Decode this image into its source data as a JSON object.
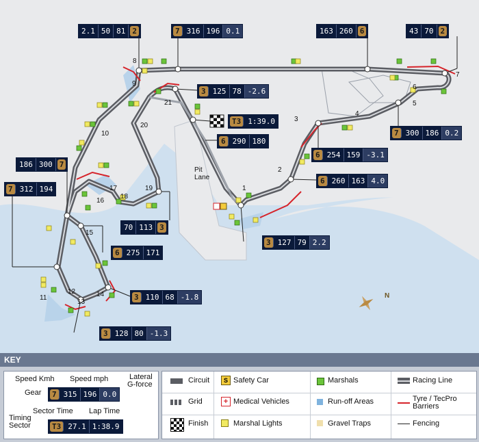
{
  "turns": [
    "1",
    "2",
    "3",
    "4",
    "5",
    "6",
    "7",
    "8",
    "9",
    "10",
    "11",
    "12",
    "13",
    "14",
    "15",
    "16",
    "17",
    "18",
    "19",
    "20",
    "21"
  ],
  "pit_lane_label": "Pit\nLane",
  "boxes": {
    "t8": [
      "2.1",
      "50",
      "81",
      "2"
    ],
    "t21": [
      "7",
      "316",
      "196",
      "0.1"
    ],
    "b163": [
      "163",
      "260",
      "6"
    ],
    "t7": [
      "43",
      "70",
      "2"
    ],
    "b125": [
      "3",
      "125",
      "78",
      "-2.6"
    ],
    "t3_timing": [
      "T3",
      "1:39.0"
    ],
    "b290": [
      "6",
      "290",
      "180"
    ],
    "b186": [
      "186",
      "300",
      "7"
    ],
    "b312": [
      "7",
      "312",
      "194"
    ],
    "b300_186": [
      "7",
      "300",
      "186",
      "0.2"
    ],
    "b254": [
      "6",
      "254",
      "159",
      "-3.1"
    ],
    "b260": [
      "6",
      "260",
      "163",
      "4.0"
    ],
    "b70": [
      "70",
      "113",
      "3"
    ],
    "b275": [
      "6",
      "275",
      "171"
    ],
    "b127": [
      "3",
      "127",
      "79",
      "2.2"
    ],
    "b110": [
      "3",
      "110",
      "68",
      "-1.8"
    ],
    "b128": [
      "3",
      "128",
      "80",
      "-1.3"
    ]
  },
  "compass_label": "N",
  "key": {
    "title": "KEY",
    "legend_labels": {
      "speed_kmh": "Speed Kmh",
      "speed_mph": "Speed mph",
      "lateral": "Lateral\nG-force",
      "gear": "Gear",
      "sector_time": "Sector Time",
      "lap_time": "Lap Time",
      "timing_sector": "Timing\nSector"
    },
    "legend_box1": [
      "7",
      "315",
      "196",
      "0.0"
    ],
    "legend_box2": [
      "T3",
      "27.1",
      "1:38.9"
    ],
    "items": [
      {
        "id": "circuit",
        "label": "Circuit"
      },
      {
        "id": "grid",
        "label": "Grid"
      },
      {
        "id": "finish",
        "label": "Finish"
      },
      {
        "id": "safety_car",
        "label": "Safety Car",
        "icon_text": "S"
      },
      {
        "id": "medical",
        "label": "Medical Vehicles",
        "icon_text": "+"
      },
      {
        "id": "marshal_lights",
        "label": "Marshal Lights"
      },
      {
        "id": "marshals",
        "label": "Marshals"
      },
      {
        "id": "runoff",
        "label": "Run-off Areas"
      },
      {
        "id": "gravel",
        "label": "Gravel Traps"
      },
      {
        "id": "racing_line",
        "label": "Racing Line"
      },
      {
        "id": "barriers",
        "label": "Tyre / TecPro\nBarriers"
      },
      {
        "id": "fencing",
        "label": "Fencing"
      }
    ]
  },
  "colors": {
    "water": "#cfe0ef",
    "track": "#5b5d63",
    "racing_line": "#d8dade",
    "barrier": "#d6232a",
    "marshal": "#6bc43a",
    "light": "#f1ea62",
    "gravel": "#f0dfac",
    "box_bg": "#0b1a3a",
    "gear": "#b98a42"
  }
}
